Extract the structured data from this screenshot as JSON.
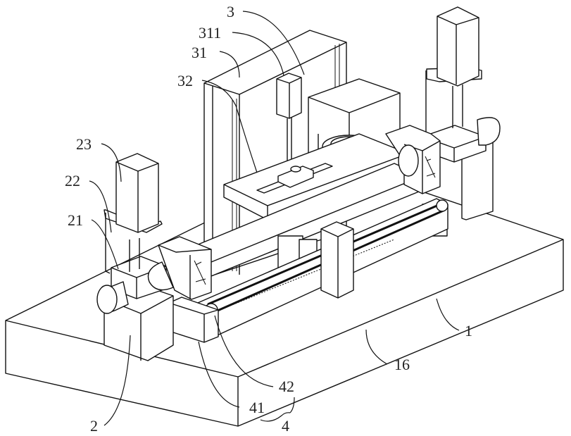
{
  "figure": {
    "type": "patent isometric mechanical drawing",
    "line_color": "#111111",
    "background": "#ffffff"
  },
  "labels": {
    "base": "1",
    "frame_assembly": "2",
    "support_block": "21",
    "bracket": "22",
    "motor_left": "23",
    "gantry": "3",
    "gantry_plate": "31",
    "vertical_actuator": "311",
    "slide_table": "32",
    "pillar": "16",
    "drive_assembly": "4",
    "slide_seat": "41",
    "belt_drive": "42"
  }
}
